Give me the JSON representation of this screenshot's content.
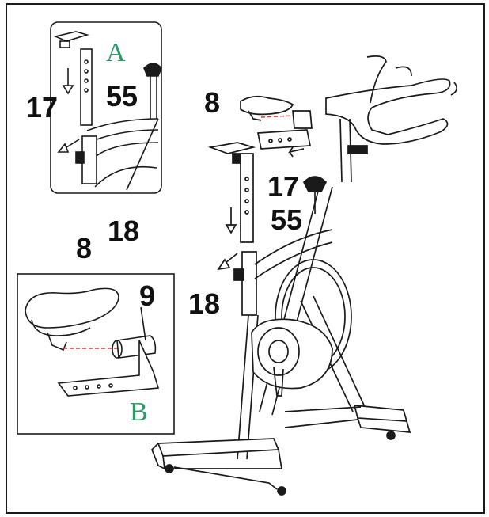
{
  "callouts": {
    "c17_inset": "17",
    "c55_inset": "55",
    "c18_inset": "18",
    "c8_inset": "8",
    "c9_inset": "9",
    "c8_main": "8",
    "c17_main": "17",
    "c55_main": "55",
    "c18_main": "18"
  },
  "inset_letters": {
    "a": "A",
    "b": "B"
  },
  "colors": {
    "line": "#1a1a1a",
    "leader": "#d23a3a",
    "letter": "#2e9a6a"
  }
}
